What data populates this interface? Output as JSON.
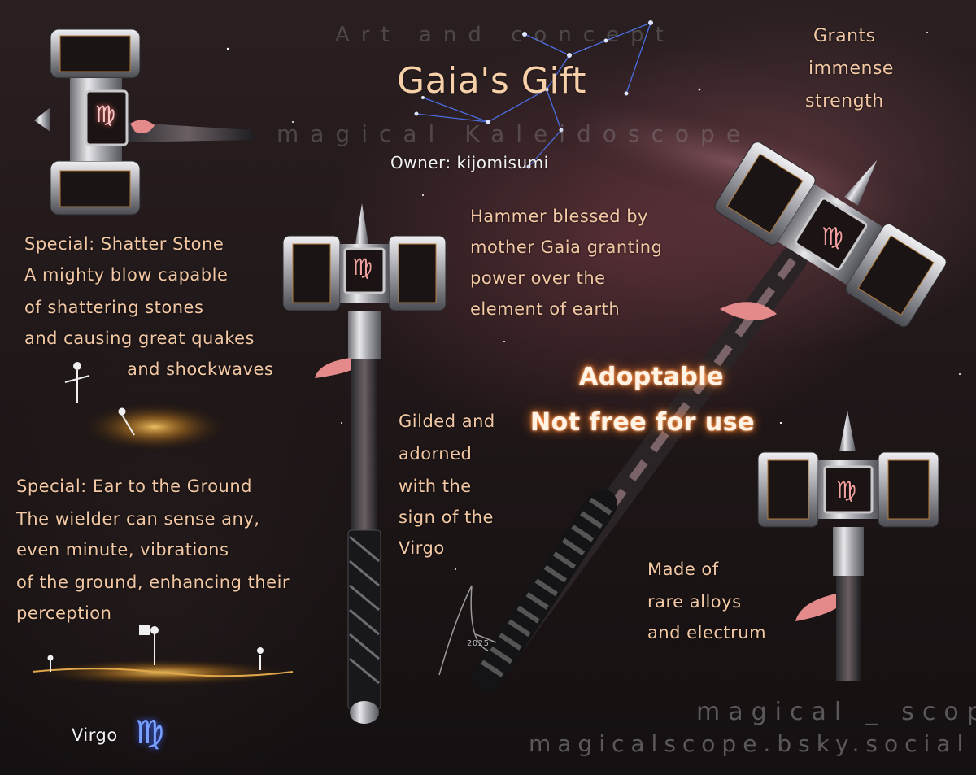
{
  "watermark_top": {
    "line1": "Art and concept",
    "line2": "magical Kaleidoscope"
  },
  "title": "Gaia's Gift",
  "owner": "Owner: kijomisumi",
  "grants": [
    "Grants",
    "immense",
    "strength"
  ],
  "special1": {
    "title": "Special: Shatter Stone",
    "lines": [
      "A mighty blow capable",
      "of shattering stones",
      "and causing great quakes",
      "and shockwaves"
    ]
  },
  "special2": {
    "title": "Special: Ear to the Ground",
    "lines": [
      "The wielder can sense any,",
      "even minute, vibrations",
      "of the ground, enhancing their",
      "perception"
    ]
  },
  "blessing": [
    "Hammer blessed by",
    "mother Gaia granting",
    "power over the",
    "element of earth"
  ],
  "adoptable": [
    "Adoptable",
    "Not free for use"
  ],
  "gilded": [
    "Gilded and",
    "adorned",
    "with the",
    "sign of the",
    "Virgo"
  ],
  "made_of": [
    "Made of",
    "rare alloys",
    "and electrum"
  ],
  "virgo_label": "Virgo",
  "virgo_symbol": "♍",
  "emblem": "♍",
  "watermark_bottom": {
    "line1": "magical _ scope",
    "line2": "magicalscope.bsky.social"
  },
  "signature": "2025",
  "colors": {
    "text": "#f3c8a4",
    "ribbon": "#e48a8a",
    "metal": "#c9c9cc",
    "gold": "#d09a4a"
  }
}
